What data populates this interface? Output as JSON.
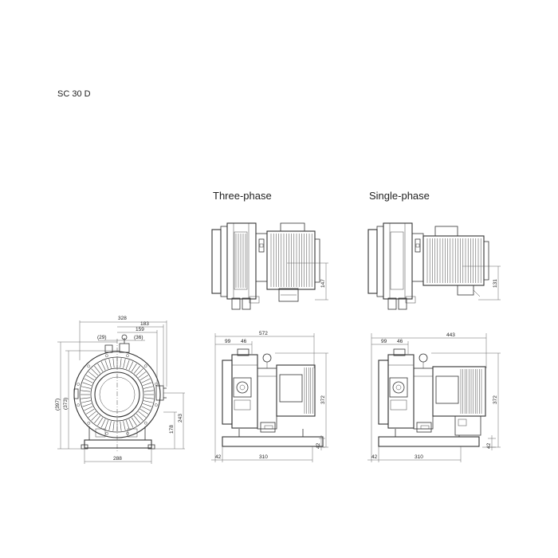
{
  "model": "SC 30 D",
  "headings": {
    "three_phase": "Three-phase",
    "single_phase": "Single-phase"
  },
  "front_view": {
    "overall_width": "328",
    "dim_183": "183",
    "dim_159": "159",
    "dim_29": "(29)",
    "dim_36": "(36)",
    "overall_height": "(397)",
    "dim_373": "(373)",
    "dim_243": "243",
    "dim_178": "178",
    "base_width": "288"
  },
  "three_phase": {
    "top_height": "147",
    "overall_length": "572",
    "dim_99": "99",
    "dim_46": "46",
    "height": "372",
    "base_left": "42",
    "base_length": "310",
    "base_height": "42"
  },
  "single_phase": {
    "top_height": "131",
    "overall_length": "443",
    "dim_99": "99",
    "dim_46": "46",
    "height": "372",
    "base_left": "42",
    "base_length": "310",
    "base_height": "42"
  }
}
